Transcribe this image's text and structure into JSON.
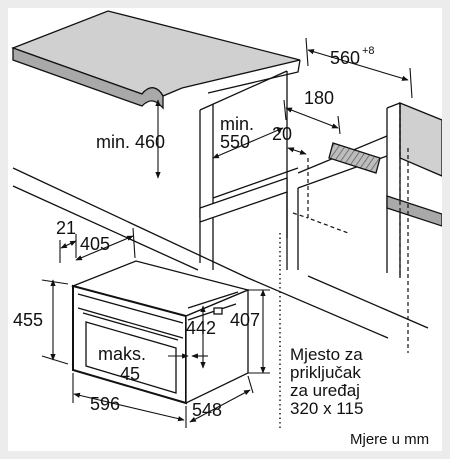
{
  "dimensions": {
    "niche_width": "560",
    "niche_width_tolerance": "+8",
    "niche_height_min": "min. 460",
    "niche_depth_min_line1": "min.",
    "niche_depth_min_line2": "550",
    "socket_offset": "180",
    "rear_gap": "20",
    "oven_front_offset": "21",
    "oven_top_depth": "405",
    "oven_height": "455",
    "oven_inner_height": "442",
    "oven_side_height": "407",
    "gap_max_line1": "maks.",
    "gap_max_line2": "45",
    "oven_width": "596",
    "oven_depth": "548"
  },
  "note": {
    "line1": "Mjesto za",
    "line2": "priključak",
    "line3": "za uređaj",
    "line4": "320 x 115"
  },
  "footer": "Mjere u mm"
}
